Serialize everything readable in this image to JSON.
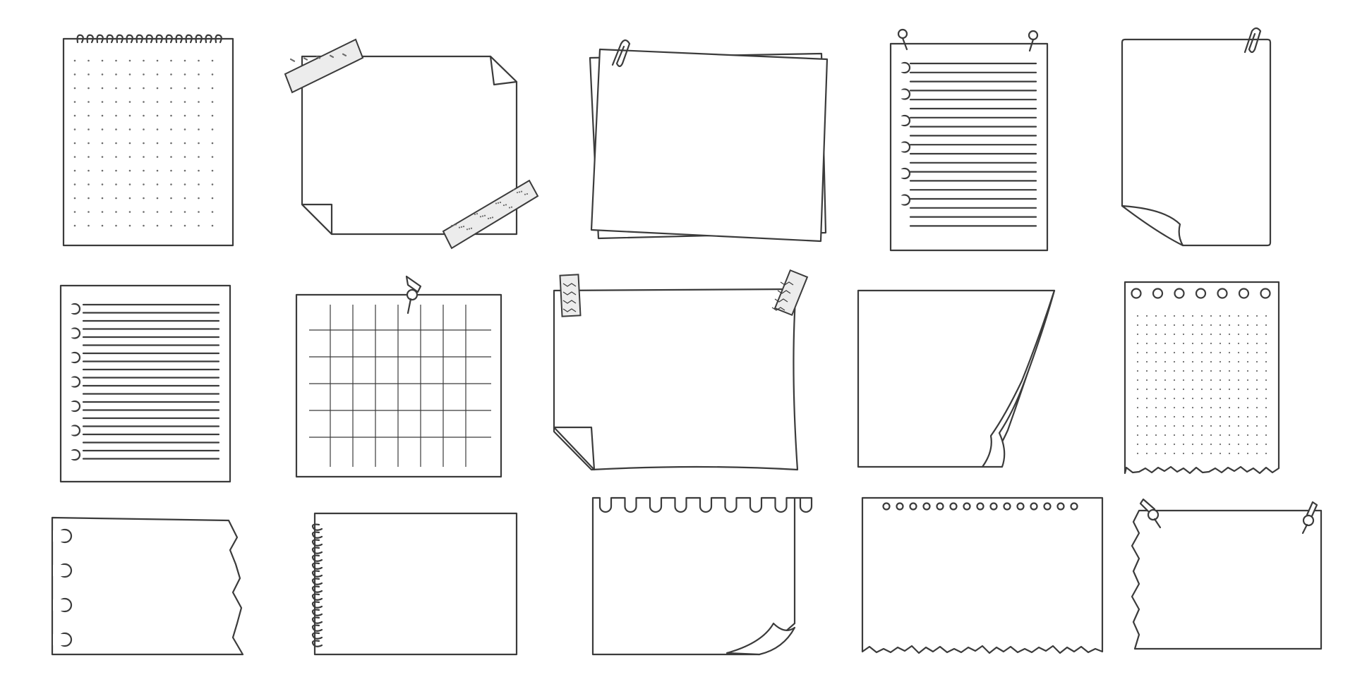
{
  "scene": {
    "background": "#ffffff",
    "ink_color": "#3b3b3b",
    "tape_fill": "#ececec",
    "notes": [
      {
        "id": "spiral-dot-grid-notepad",
        "accessory": "spiral-binding-icon"
      },
      {
        "id": "taped-curled-note",
        "accessory": "washi-tape-icon"
      },
      {
        "id": "clipped-stacked-notes",
        "accessory": "paperclip-icon"
      },
      {
        "id": "pinned-lined-binder-sheet",
        "accessory": "pushpin-icon"
      },
      {
        "id": "clipped-curled-note",
        "accessory": "paperclip-icon"
      },
      {
        "id": "lined-binder-sheet",
        "accessory": "binder-holes-icon"
      },
      {
        "id": "pinned-grid-note",
        "accessory": "pushpin-icon"
      },
      {
        "id": "taped-wavy-note",
        "accessory": "zigzag-tape-icon"
      },
      {
        "id": "big-curl-note",
        "accessory": "page-curl-icon"
      },
      {
        "id": "torn-dot-grid-sheet",
        "accessory": "binder-holes-icon"
      },
      {
        "id": "torn-binder-scrap",
        "accessory": "binder-holes-icon"
      },
      {
        "id": "side-spiral-notepad",
        "accessory": "spiral-binding-icon"
      },
      {
        "id": "torn-top-curled-note",
        "accessory": "torn-holes-icon"
      },
      {
        "id": "torn-bottom-hole-punched-note",
        "accessory": "hole-punch-icon"
      },
      {
        "id": "pinned-torn-edge-note",
        "accessory": "pushpin-icon"
      }
    ]
  }
}
